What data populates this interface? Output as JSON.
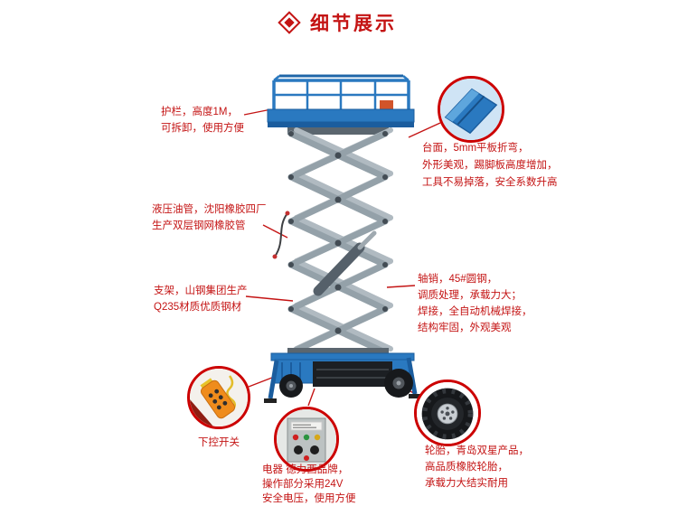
{
  "title": {
    "text": "细节展示"
  },
  "notes": {
    "guardrail": "护栏，高度1M，\n可拆卸，使用方便",
    "platform": "台面，5mm平板折弯，\n外形美观，踢脚板高度增加，\n工具不易掉落，安全系数升高",
    "hydraulic_hose": "液压油管，沈阳橡胶四厂\n生产双层钢网橡胶管",
    "frame": "支架，山钢集团生产\nQ235材质优质钢材",
    "axle_pin": "轴销，45#圆钢，\n调质处理，承载力大；\n焊接，全自动机械焊接，\n结构牢固，外观美观",
    "remote_switch": "下控开关",
    "electric": "电器  德力西品牌，\n操作部分采用24V\n安全电压，使用方便",
    "tire": "轮胎，青岛双星产品，\n高品质橡胶轮胎，\n承载力大结实耐用"
  },
  "icons": {
    "title_diamond": "red-diamond-outline-with-filled-center",
    "callout_photos": [
      "platform-corner-photo",
      "remote-control-photo",
      "control-panel-photo",
      "tire-photo"
    ]
  },
  "colors": {
    "accent_red": "#c41414",
    "callout_ring_red": "#cc0000",
    "machine_blue": "#2a79c0",
    "machine_blue_dark": "#1b5d9e",
    "scissor_gray": "#94a1a9",
    "background": "#ffffff"
  }
}
